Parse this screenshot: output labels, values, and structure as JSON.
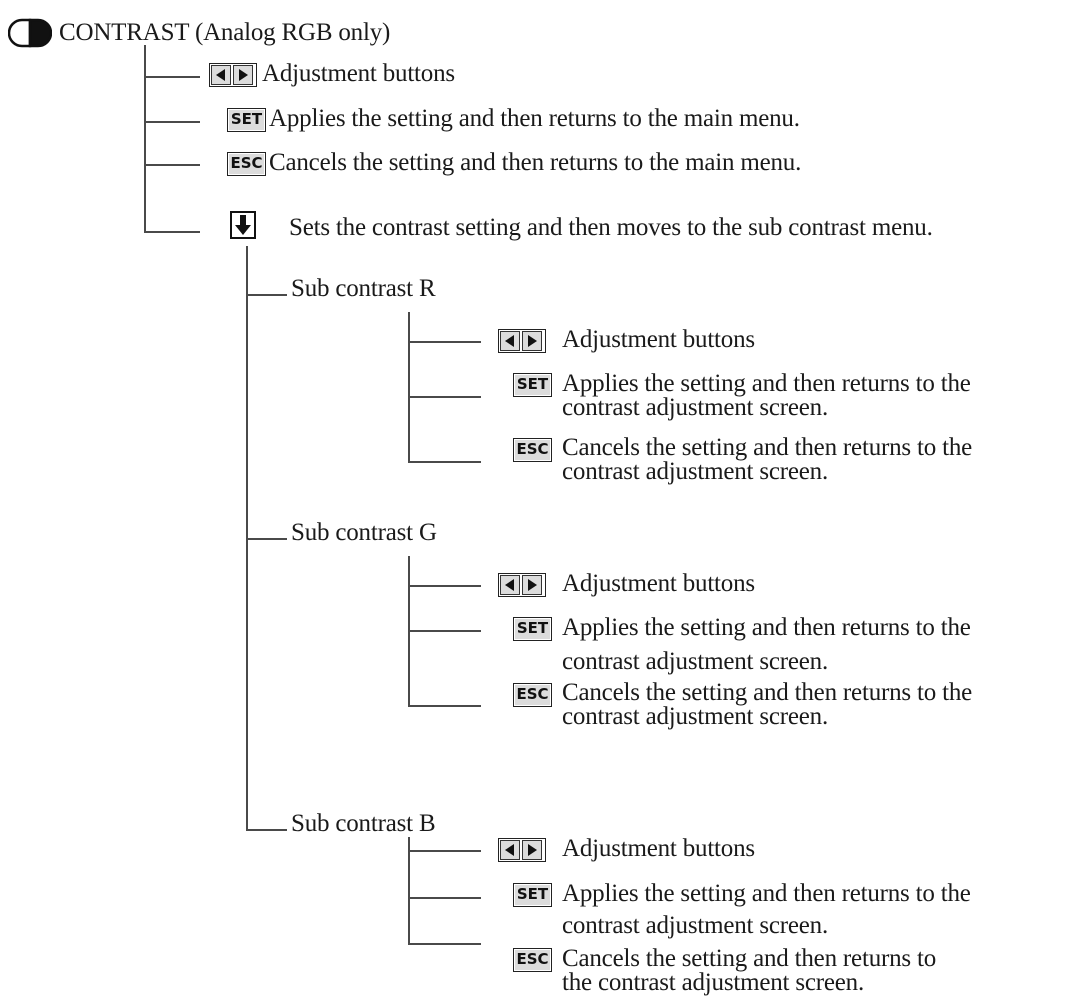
{
  "title": "CONTRAST (Analog RGB only)",
  "top": {
    "arrows": "Adjustment buttons",
    "set": {
      "key": "SET",
      "text": "Applies the setting and then returns to the main menu."
    },
    "esc": {
      "key": "ESC",
      "text": "Cancels the setting and then returns to the main menu."
    },
    "down": "Sets the contrast setting and then moves to the sub contrast menu."
  },
  "sub": [
    {
      "name": "Sub contrast R",
      "arrows": "Adjustment buttons",
      "set_key": "SET",
      "set_l1": "Applies the setting and then returns to the",
      "set_l2": "contrast adjustment screen.",
      "esc_key": "ESC",
      "esc_l1": "Cancels the setting and then returns to the",
      "esc_l2": "contrast adjustment screen."
    },
    {
      "name": "Sub contrast G",
      "arrows": "Adjustment buttons",
      "set_key": "SET",
      "set_l1": "Applies the setting and then returns to the",
      "set_l2": "contrast adjustment screen.",
      "esc_key": "ESC",
      "esc_l1": "Cancels the setting and then returns to the",
      "esc_l2": "contrast adjustment screen."
    },
    {
      "name": "Sub contrast B",
      "arrows": "Adjustment buttons",
      "set_key": "SET",
      "set_l1": "Applies the setting and then returns to the",
      "set_l2": "contrast adjustment screen.",
      "esc_key": "ESC",
      "esc_l1": "Cancels the setting and then returns to",
      "esc_l2": "the contrast adjustment screen."
    }
  ]
}
